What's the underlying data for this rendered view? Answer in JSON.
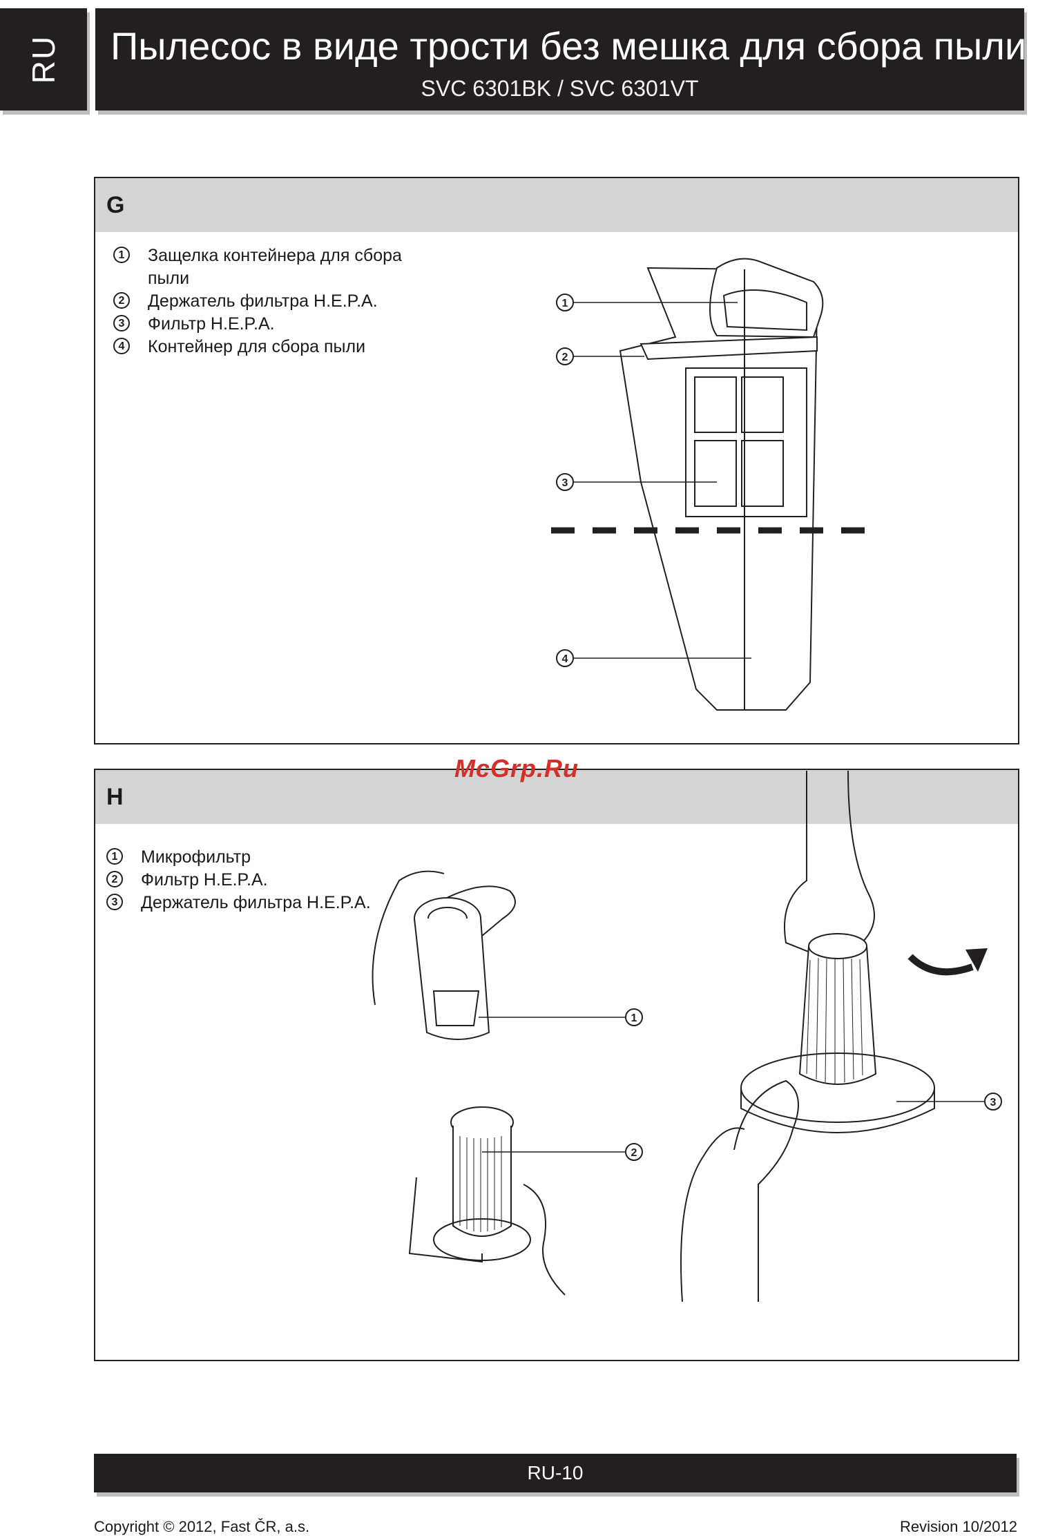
{
  "header": {
    "lang": "RU",
    "title": "Пылесос в виде трости без мешка для сбора пыли",
    "subtitle": "SVC 6301BK / SVC 6301VT"
  },
  "section_g": {
    "letter": "G",
    "items": [
      {
        "num": "1",
        "line1": "Защелка контейнера для сбора",
        "line2": "пыли"
      },
      {
        "num": "2",
        "line1": "Держатель фильтра H.E.P.A.",
        "line2": ""
      },
      {
        "num": "3",
        "line1": "Фильтр H.E.P.A.",
        "line2": ""
      },
      {
        "num": "4",
        "line1": "Контейнер для сбора пыли",
        "line2": ""
      }
    ],
    "callouts": [
      "1",
      "2",
      "3",
      "4"
    ]
  },
  "section_h": {
    "letter": "H",
    "items": [
      {
        "num": "1",
        "label": "Микрофильтр"
      },
      {
        "num": "2",
        "label": "Фильтр H.E.P.A."
      },
      {
        "num": "3",
        "label": "Держатель фильтра H.E.P.A."
      }
    ],
    "callouts": [
      "1",
      "2",
      "3"
    ]
  },
  "watermark": "McGrp.Ru",
  "footer": {
    "page": "RU-10",
    "copyright": "Copyright © 2012, Fast ČR, a.s.",
    "revision": "Revision 10/2012"
  }
}
